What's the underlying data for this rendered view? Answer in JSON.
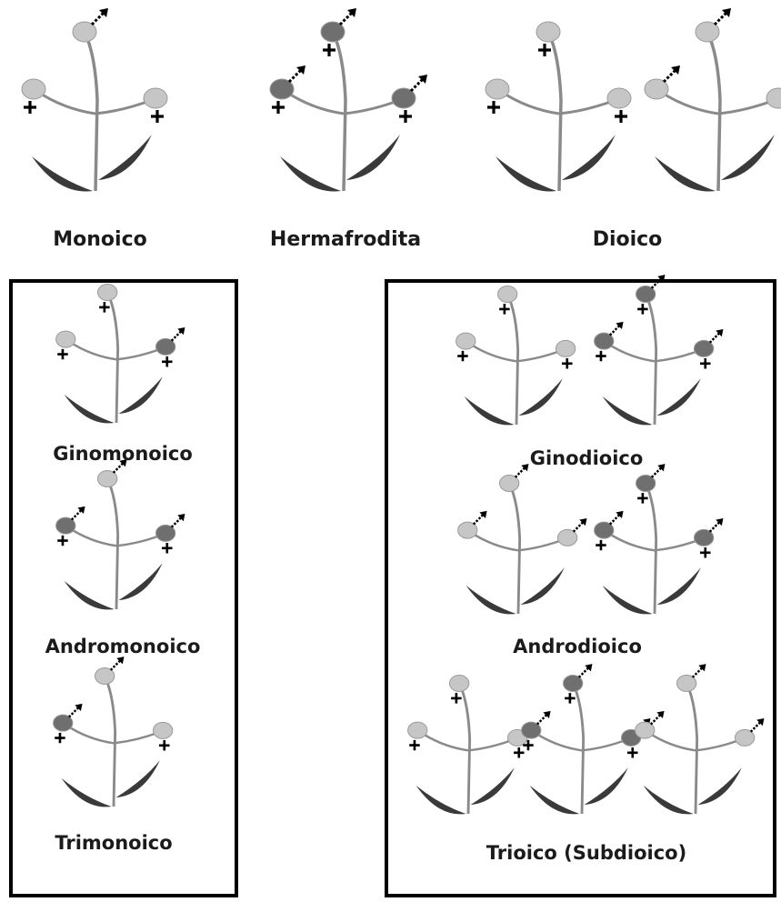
{
  "labels": {
    "monoico": "Monoico",
    "hermafrodita": "Hermafrodita",
    "dioico": "Dioico",
    "ginomonoico": "Ginomonoico",
    "andromonoico": "Andromonoico",
    "trimonoico": "Trimonoico",
    "ginodioico": "Ginodioico",
    "androdioico": "Androdioico",
    "trioico": "Trioico (Subdioico)"
  },
  "colors": {
    "female_flower": "#c6c6c6",
    "male_flower": "#6f6f6f",
    "stem": "#8a8a8a",
    "leaf": "#3a3a3a",
    "symbol": "#000000",
    "box_border": "#000000"
  },
  "legend_symbols": {
    "female": "+",
    "male": "arrow"
  },
  "flower_types": {
    "f": "female",
    "m": "male",
    "h": "hermaphrodite"
  },
  "plants": [
    {
      "group": "monoico",
      "flowers": [
        "m",
        "f",
        "f"
      ]
    },
    {
      "group": "hermafrodita",
      "flowers": [
        "h",
        "h",
        "h"
      ]
    },
    {
      "group": "dioico",
      "flowers": [
        "f",
        "f",
        "f"
      ]
    },
    {
      "group": "dioico",
      "flowers": [
        "m",
        "m",
        "m"
      ]
    },
    {
      "group": "ginomonoico",
      "flowers": [
        "f",
        "f",
        "h"
      ]
    },
    {
      "group": "andromonoico",
      "flowers": [
        "m",
        "h",
        "h"
      ]
    },
    {
      "group": "trimonoico",
      "flowers": [
        "m",
        "h",
        "f"
      ]
    },
    {
      "group": "ginodioico",
      "flowers": [
        "f",
        "f",
        "f"
      ]
    },
    {
      "group": "ginodioico",
      "flowers": [
        "h",
        "h",
        "h"
      ]
    },
    {
      "group": "androdioico",
      "flowers": [
        "m",
        "m",
        "m"
      ]
    },
    {
      "group": "androdioico",
      "flowers": [
        "h",
        "h",
        "h"
      ]
    },
    {
      "group": "trioico",
      "flowers": [
        "f",
        "f",
        "f"
      ]
    },
    {
      "group": "trioico",
      "flowers": [
        "h",
        "h",
        "h"
      ]
    },
    {
      "group": "trioico",
      "flowers": [
        "m",
        "m",
        "m"
      ]
    }
  ]
}
